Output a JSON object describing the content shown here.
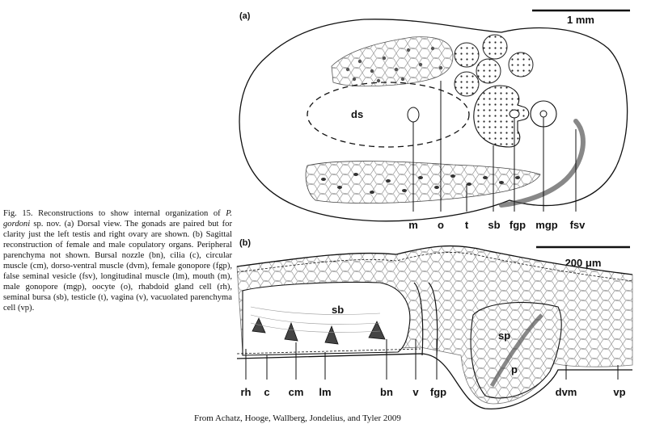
{
  "figure": {
    "caption_prefix": "Fig. 15. Reconstructions to show internal organization of ",
    "caption_species": "P. gordoni",
    "caption_body": " sp. nov. (a) Dorsal view. The gonads are paired but for clarity just the left testis and right ovary are shown. (b) Sagittal reconstruction of female and male copulatory organs. Peripheral parenchyma not shown. Bursal nozzle (bn), cilia (c), circular muscle (cm), dorso-ventral muscle (dvm), female gonopore (fgp), false seminal vesicle (fsv), longitudinal muscle (lm), mouth (m), male gonopore (mgp), oocyte (o), rhabdoid gland cell (rh), seminal bursa (sb), testicle (t), vagina (v), vacuolated parenchyma cell (vp).",
    "source": "From Achatz, Hooge, Wallberg, Jondelius, and Tyler 2009"
  },
  "panel_a": {
    "label": "(a)",
    "scale": "1 mm",
    "inner_label_ds": "ds",
    "labels": [
      "m",
      "o",
      "t",
      "sb",
      "fgp",
      "mgp",
      "fsv"
    ]
  },
  "panel_b": {
    "label": "(b)",
    "scale": "200 μm",
    "inner_labels": {
      "sb": "sb",
      "sp": "sp",
      "p": "p"
    },
    "labels": [
      "rh",
      "c",
      "cm",
      "lm",
      "bn",
      "v",
      "fgp",
      "dvm",
      "vp"
    ]
  }
}
